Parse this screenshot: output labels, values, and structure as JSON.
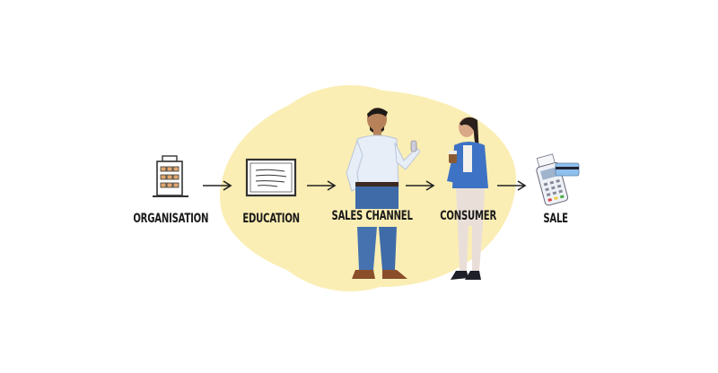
{
  "diagram": {
    "type": "flow",
    "direction": "left-to-right",
    "background_color": "#ffffff",
    "highlight_color": "#fbeeb4",
    "stages": [
      {
        "label": "Organisation",
        "icon": "office-building-icon"
      },
      {
        "label": "Education",
        "icon": "whiteboard-icon"
      },
      {
        "label": "Sales Channel",
        "icon": "salesman-illustration"
      },
      {
        "label": "Consumer",
        "icon": "consumer-illustration"
      },
      {
        "label": "Sale",
        "icon": "card-payment-terminal-icon"
      }
    ],
    "connectors": [
      "arrow",
      "arrow",
      "arrow",
      "arrow"
    ]
  }
}
